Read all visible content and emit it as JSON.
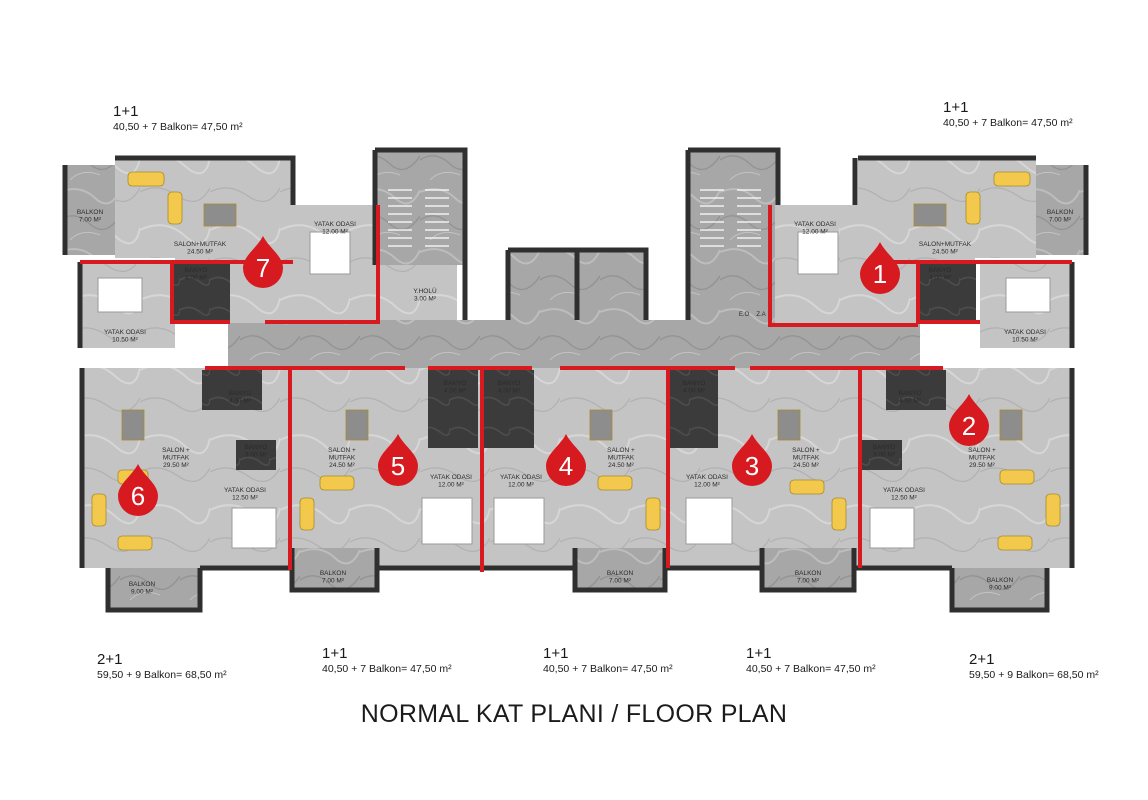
{
  "title": "NORMAL KAT PLANI / FLOOR PLAN",
  "colors": {
    "wall": "#3a3a3a",
    "marble": "#a9a9a9",
    "marble_light": "#c7c7c7",
    "partition": "#d71920",
    "furniture": "#f2c94c",
    "badge": "#d71920"
  },
  "unit_labels": [
    {
      "type": "1+1",
      "area": "40,50 + 7 Balkon= 47,50 m²"
    },
    {
      "type": "1+1",
      "area": "40,50 + 7 Balkon= 47,50 m²"
    },
    {
      "type": "2+1",
      "area": "59,50 + 9 Balkon= 68,50 m²"
    },
    {
      "type": "1+1",
      "area": "40,50 + 7 Balkon= 47,50 m²"
    },
    {
      "type": "1+1",
      "area": "40,50 + 7 Balkon= 47,50 m²"
    },
    {
      "type": "1+1",
      "area": "40,50 + 7 Balkon= 47,50 m²"
    },
    {
      "type": "2+1",
      "area": "59,50 + 9 Balkon= 68,50 m²"
    }
  ],
  "rooms": [
    {
      "name": "BALKON",
      "area": "7.00 M²"
    },
    {
      "name": "SALON+MUTFAK",
      "area": "24.50 M²"
    },
    {
      "name": "YATAK ODASI",
      "area": "12.00 M²"
    },
    {
      "name": "BANYO",
      "area": "4.00 M²"
    },
    {
      "name": "YATAK ODASI",
      "area": "10.50 M²"
    },
    {
      "name": "Y.HOLÜ",
      "area": "3.00 M²"
    },
    {
      "name": "YATAK ODASI",
      "area": "12.00 M²"
    },
    {
      "name": "SALON+MUTFAK",
      "area": "24.50 M²"
    },
    {
      "name": "BALKON",
      "area": "7.00 M²"
    },
    {
      "name": "BANYO",
      "area": "4.00 M²"
    },
    {
      "name": "YATAK ODASI",
      "area": "10.50 M²"
    },
    {
      "name": "BANYO",
      "area": "4.00 M²"
    },
    {
      "name": "SALON +\nMUTFAK",
      "area": "29.50 M²"
    },
    {
      "name": "BANYO",
      "area": "3.00 M²"
    },
    {
      "name": "YATAK ODASI",
      "area": "12.50 M²"
    },
    {
      "name": "BALKON",
      "area": "9.00 M²"
    },
    {
      "name": "SALON +\nMUTFAK",
      "area": "24.50 M²"
    },
    {
      "name": "BALKON",
      "area": "7.00 M²"
    },
    {
      "name": "BANYO",
      "area": "4.00 M²"
    },
    {
      "name": "YATAK ODASI",
      "area": "12.00 M²"
    },
    {
      "name": "BANYO",
      "area": "4.00 M²"
    },
    {
      "name": "YATAK ODASI",
      "area": "12.00 M²"
    },
    {
      "name": "SALON +\nMUTFAK",
      "area": "24.50 M²"
    },
    {
      "name": "BALKON",
      "area": "7.00 M²"
    },
    {
      "name": "BANYO",
      "area": "4.00 M²"
    },
    {
      "name": "YATAK ODASI",
      "area": "12.00 M²"
    },
    {
      "name": "SALON +\nMUTFAK",
      "area": "24.50 M²"
    },
    {
      "name": "BALKON",
      "area": "7.00 M²"
    },
    {
      "name": "BANYO",
      "area": "4.00 M²"
    },
    {
      "name": "BANYO",
      "area": "3.00 M²"
    },
    {
      "name": "YATAK ODASI",
      "area": "12.50 M²"
    },
    {
      "name": "SALON +\nMUTFAK",
      "area": "29.50 M²"
    },
    {
      "name": "BALKON",
      "area": "9.00 M²"
    }
  ],
  "service_labels": [
    "E.O",
    "Z.A"
  ],
  "unit_numbers": [
    "1",
    "2",
    "3",
    "4",
    "5",
    "6",
    "7"
  ]
}
